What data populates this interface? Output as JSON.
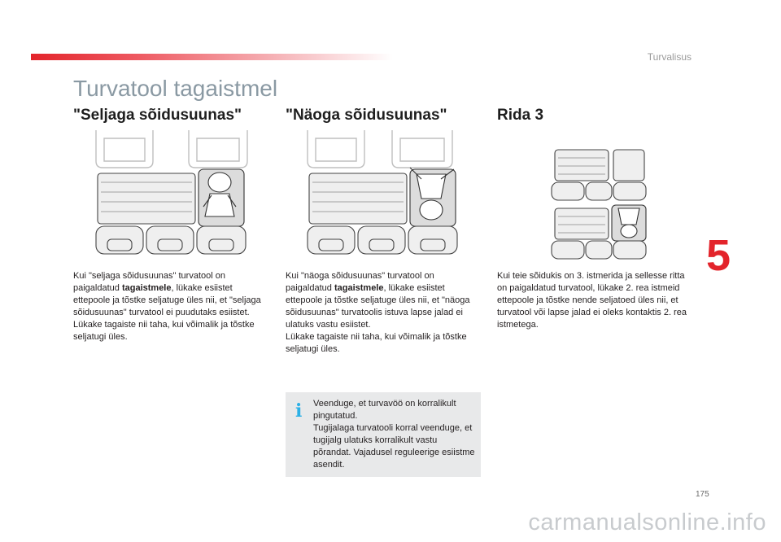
{
  "header": {
    "section_label": "Turvalisus"
  },
  "page": {
    "title": "Turvatool tagaistmel",
    "chapter_number": "5",
    "page_number": "175",
    "watermark": "carmanualsonline.info"
  },
  "columns": [
    {
      "heading": "\"Seljaga sõidusuunas\"",
      "text_part1": "Kui \"seljaga sõidusuunas\" turvatool on paigaldatud ",
      "text_bold": "tagaistmele",
      "text_part2": ", lükake esiistet ettepoole ja tõstke seljatuge üles nii, et \"seljaga sõidusuunas\" turvatool ei puudutaks esiistet.",
      "text_part3": "Lükake tagaiste nii taha, kui võimalik ja tõstke seljatugi üles."
    },
    {
      "heading": "\"Näoga sõidusuunas\"",
      "text_part1": "Kui \"näoga sõidusuunas\" turvatool on paigaldatud ",
      "text_bold": "tagaistmele",
      "text_part2": ", lükake esiistet ettepoole ja tõstke seljatuge üles nii, et \"näoga sõidusuunas\" turvatoolis istuva lapse jalad ei ulatuks vastu esiistet.",
      "text_part3": "Lükake tagaiste nii taha, kui võimalik ja tõstke seljatugi üles."
    },
    {
      "heading": "Rida 3",
      "text": "Kui teie sõidukis on 3. istmerida ja sellesse ritta on paigaldatud turvatool, lükake 2. rea istmeid ettepoole ja tõstke nende seljatoed üles nii, et turvatool või lapse jalad ei oleks kontaktis 2. rea istmetega."
    }
  ],
  "info": {
    "icon": "info-icon",
    "text1": "Veenduge, et turvavöö on korralikult pingutatud.",
    "text2": "Tugijalaga turvatooli korral veenduge, et tugijalg ulatuks korralikult vastu põrandat. Vajadusel reguleerige esiistme asendit."
  },
  "colors": {
    "accent_red": "#e3242b",
    "title_gray": "#8a99a3",
    "info_bg": "#e8e9ea",
    "info_icon": "#2bb0e6"
  }
}
